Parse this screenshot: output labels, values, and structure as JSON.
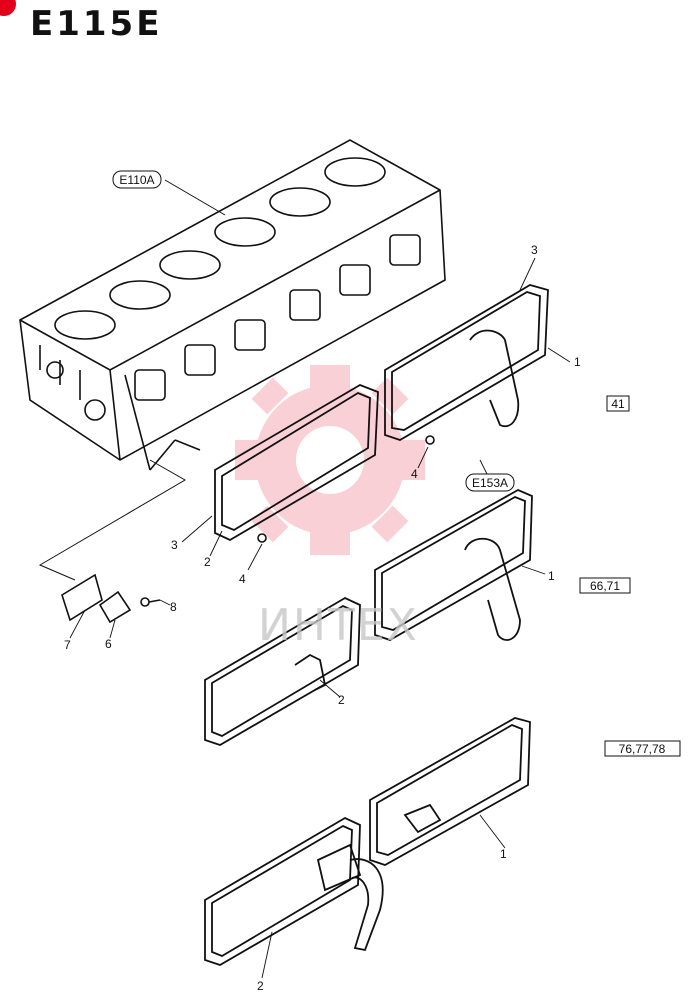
{
  "page": {
    "title": "E115E"
  },
  "references": {
    "head": "E110A",
    "cover": "E153A"
  },
  "model_codes": {
    "group_1": "41",
    "group_2": "66,71",
    "group_3": "76,77,78"
  },
  "watermark": {
    "text": "ИНТЕХ",
    "color": "#e3001b"
  },
  "part_labels": {
    "p1_top": "1",
    "p3_top": "3",
    "p4_right": "4",
    "p3_left": "3",
    "p2_left": "2",
    "p4_left": "4",
    "p7": "7",
    "p6": "6",
    "p8": "8",
    "p1_mid": "1",
    "p2_mid": "2",
    "p1_bottom": "1",
    "p2_bottom": "2"
  }
}
